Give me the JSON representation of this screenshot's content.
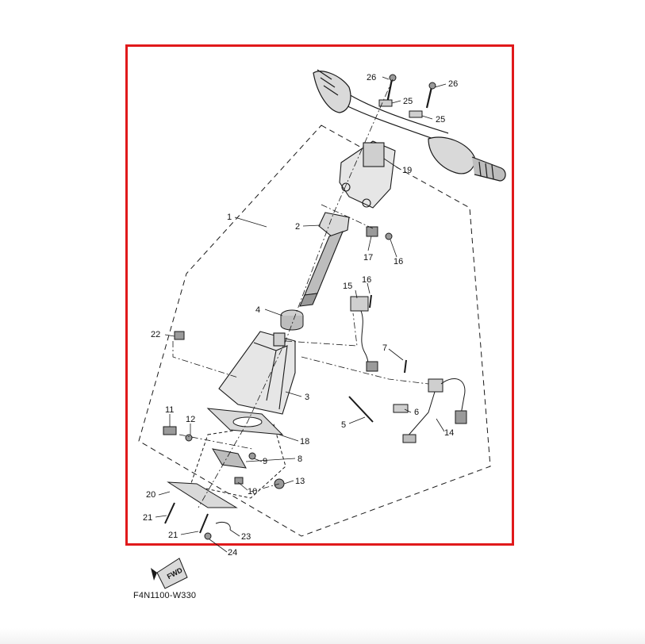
{
  "diagram": {
    "drawing_code": "F4N1100-W330",
    "fwd_label": "FWD",
    "colors": {
      "frame": "#e0191b",
      "line": "#1a1a1a",
      "part_fill": "#9a9a9a"
    },
    "callouts": [
      {
        "id": "c26a",
        "label": "26"
      },
      {
        "id": "c26b",
        "label": "26"
      },
      {
        "id": "c25a",
        "label": "25"
      },
      {
        "id": "c25b",
        "label": "25"
      },
      {
        "id": "c19",
        "label": "19"
      },
      {
        "id": "c1",
        "label": "1"
      },
      {
        "id": "c2",
        "label": "2"
      },
      {
        "id": "c17",
        "label": "17"
      },
      {
        "id": "c16a",
        "label": "16"
      },
      {
        "id": "c16b",
        "label": "16"
      },
      {
        "id": "c15",
        "label": "15"
      },
      {
        "id": "c4",
        "label": "4"
      },
      {
        "id": "c22",
        "label": "22"
      },
      {
        "id": "c7",
        "label": "7"
      },
      {
        "id": "c3",
        "label": "3"
      },
      {
        "id": "c11",
        "label": "11"
      },
      {
        "id": "c12",
        "label": "12"
      },
      {
        "id": "c6",
        "label": "6"
      },
      {
        "id": "c5",
        "label": "5"
      },
      {
        "id": "c14",
        "label": "14"
      },
      {
        "id": "c18",
        "label": "18"
      },
      {
        "id": "c8",
        "label": "8"
      },
      {
        "id": "c9",
        "label": "9"
      },
      {
        "id": "c13",
        "label": "13"
      },
      {
        "id": "c10",
        "label": "10"
      },
      {
        "id": "c20",
        "label": "20"
      },
      {
        "id": "c21a",
        "label": "21"
      },
      {
        "id": "c21b",
        "label": "21"
      },
      {
        "id": "c23",
        "label": "23"
      },
      {
        "id": "c24",
        "label": "24"
      }
    ]
  }
}
